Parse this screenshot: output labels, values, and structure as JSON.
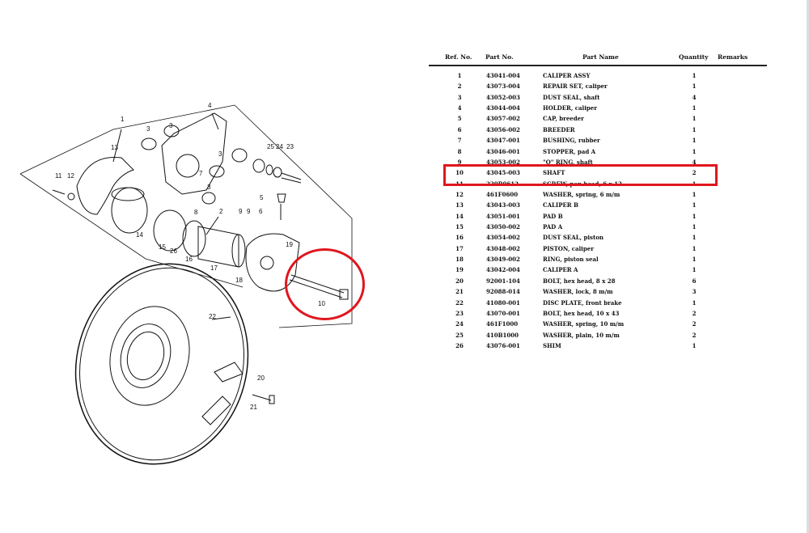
{
  "table": {
    "headers": {
      "ref": "Ref. No.",
      "part_no": "Part No.",
      "name": "Part  Name",
      "qty": "Quantity",
      "remarks": "Remarks"
    },
    "rows": [
      {
        "ref": "1",
        "part_no": "43041-004",
        "name": "CALIPER  ASSY",
        "qty": "1"
      },
      {
        "ref": "2",
        "part_no": "43073-004",
        "name": "REPAIR  SET,  caliper",
        "qty": "1"
      },
      {
        "ref": "3",
        "part_no": "43052-003",
        "name": "DUST  SEAL,  shaft",
        "qty": "4"
      },
      {
        "ref": "4",
        "part_no": "43044-004",
        "name": "HOLDER,  caliper",
        "qty": "1"
      },
      {
        "ref": "5",
        "part_no": "43057-002",
        "name": "CAP,  breeder",
        "qty": "1"
      },
      {
        "ref": "6",
        "part_no": "43056-002",
        "name": "BREEDER",
        "qty": "1"
      },
      {
        "ref": "7",
        "part_no": "43047-001",
        "name": "BUSHING,  rubber",
        "qty": "1"
      },
      {
        "ref": "8",
        "part_no": "43046-001",
        "name": "STOPPER,  pad A",
        "qty": "1"
      },
      {
        "ref": "9",
        "part_no": "43053-002",
        "name": "\"O\"  RING,  shaft",
        "qty": "4"
      },
      {
        "ref": "10",
        "part_no": "43045-003",
        "name": "SHAFT",
        "qty": "2"
      },
      {
        "ref": "11",
        "part_no": "220B0612",
        "name": "SCREW,  pan head,  6 x 12",
        "qty": "1"
      },
      {
        "ref": "12",
        "part_no": "461F0600",
        "name": "WASHER,  spring,  6 m/m",
        "qty": "1"
      },
      {
        "ref": "13",
        "part_no": "43043-003",
        "name": "CALIPER  B",
        "qty": "1"
      },
      {
        "ref": "14",
        "part_no": "43051-001",
        "name": "PAD  B",
        "qty": "1"
      },
      {
        "ref": "15",
        "part_no": "43050-002",
        "name": "PAD  A",
        "qty": "1"
      },
      {
        "ref": "16",
        "part_no": "43054-002",
        "name": "DUST  SEAL,  piston",
        "qty": "1"
      },
      {
        "ref": "17",
        "part_no": "43048-002",
        "name": "PISTON,  caliper",
        "qty": "1"
      },
      {
        "ref": "18",
        "part_no": "43049-002",
        "name": "RING,  piston seal",
        "qty": "1"
      },
      {
        "ref": "19",
        "part_no": "43042-004",
        "name": "CALIPER  A",
        "qty": "1"
      },
      {
        "ref": "20",
        "part_no": "92001-104",
        "name": "BOLT,  hex head,  8 x 28",
        "qty": "6"
      },
      {
        "ref": "21",
        "part_no": "92088-014",
        "name": "WASHER,  lock,  8 m/m",
        "qty": "3"
      },
      {
        "ref": "22",
        "part_no": "41080-001",
        "name": "DISC  PLATE,  front brake",
        "qty": "1"
      },
      {
        "ref": "23",
        "part_no": "43070-001",
        "name": "BOLT,  hex head,  10 x 43",
        "qty": "2"
      },
      {
        "ref": "24",
        "part_no": "461F1000",
        "name": "WASHER,  spring,  10 m/m",
        "qty": "2"
      },
      {
        "ref": "25",
        "part_no": "410B1000",
        "name": "WASHER,  plain,  10 m/m",
        "qty": "2"
      },
      {
        "ref": "26",
        "part_no": "43076-001",
        "name": "SHIM",
        "qty": "1"
      }
    ]
  },
  "highlight_color": "#e0161e",
  "diagram": {
    "callouts": [
      "1",
      "2",
      "3",
      "3",
      "3",
      "3",
      "4",
      "5",
      "6",
      "7",
      "8",
      "9",
      "9",
      "10",
      "11",
      "12",
      "13",
      "14",
      "15",
      "16",
      "17",
      "18",
      "19",
      "20",
      "21",
      "22",
      "23",
      "24",
      "25",
      "26"
    ]
  }
}
